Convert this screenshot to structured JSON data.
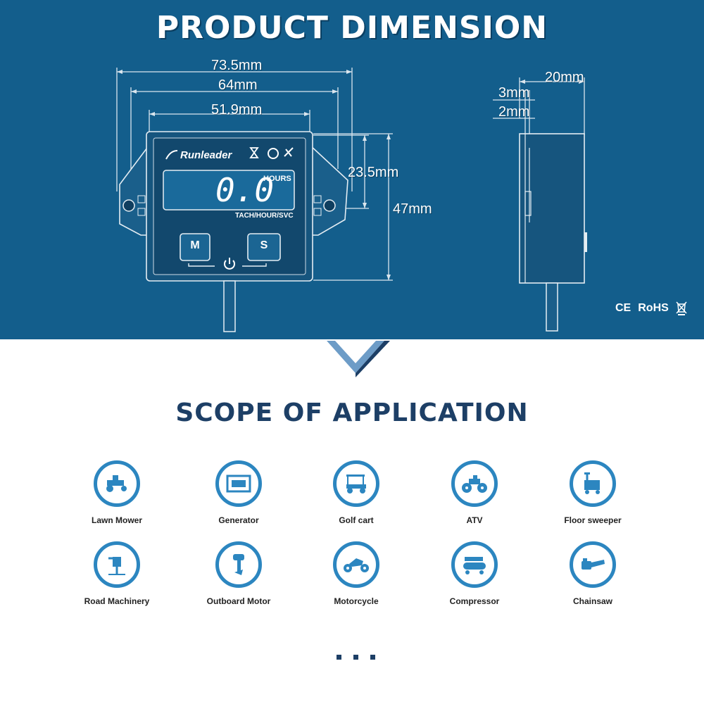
{
  "titles": {
    "dimension": "PRODUCT DIMENSION",
    "scope": "SCOPE OF APPLICATION"
  },
  "front_view": {
    "width_outer": "73.5mm",
    "width_mid": "64mm",
    "width_inner": "51.9mm",
    "display_height": "23.5mm",
    "body_height": "47mm",
    "brand": "Runleader",
    "display_value": "0.0",
    "display_unit": "HOURS",
    "mode_label": "TACH/HOUR/SVC",
    "button_m": "M",
    "button_s": "S"
  },
  "side_view": {
    "depth": "20mm",
    "flange_top": "3mm",
    "flange_bottom": "2mm"
  },
  "certifications": [
    "CE",
    "RoHS"
  ],
  "applications": [
    {
      "label": "Lawn Mower",
      "icon": "lawn-mower-icon"
    },
    {
      "label": "Generator",
      "icon": "generator-icon"
    },
    {
      "label": "Golf cart",
      "icon": "golf-cart-icon"
    },
    {
      "label": "ATV",
      "icon": "atv-icon"
    },
    {
      "label": "Floor sweeper",
      "icon": "floor-sweeper-icon"
    },
    {
      "label": "Road Machinery",
      "icon": "road-machinery-icon"
    },
    {
      "label": "Outboard Motor",
      "icon": "outboard-motor-icon"
    },
    {
      "label": "Motorcycle",
      "icon": "motorcycle-icon"
    },
    {
      "label": "Compressor",
      "icon": "compressor-icon"
    },
    {
      "label": "Chainsaw",
      "icon": "chainsaw-icon"
    }
  ],
  "colors": {
    "banner": "#135e8c",
    "icon_ring": "#2c86c0",
    "heading_dark": "#1d3f66"
  }
}
